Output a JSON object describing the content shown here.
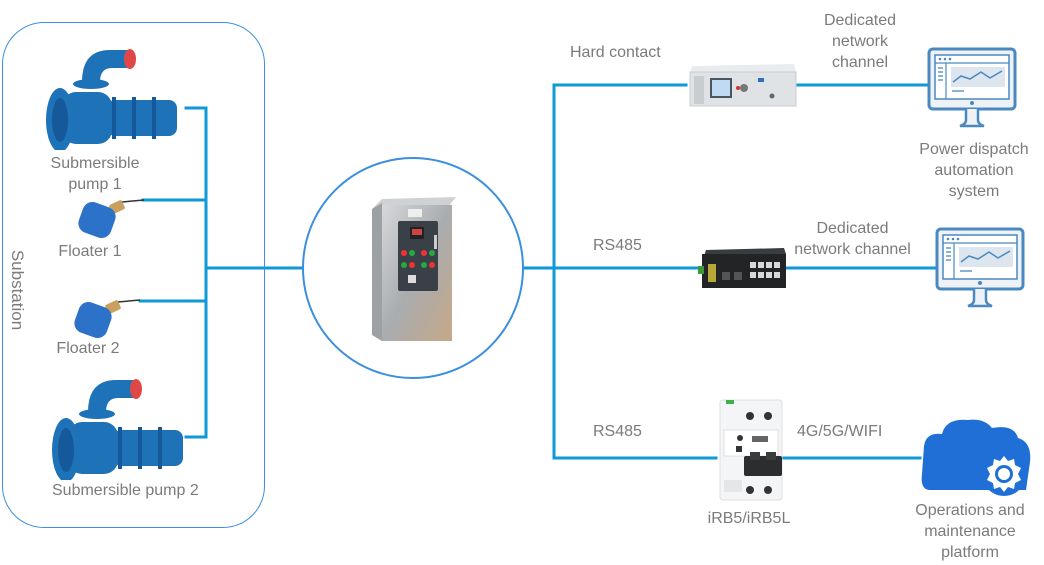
{
  "diagram": {
    "title": "Substation pump monitoring topology",
    "group_label": "Substation",
    "colors": {
      "wire": "#0d9ad6",
      "frame": "#3b8fde",
      "pump": "#1e73b8",
      "pump_outlet": "#e04848",
      "cloud": "#1f6fd6",
      "monitor": "#4a88c0",
      "label": "#7b7b7b"
    },
    "left_devices": [
      {
        "id": "pump-1",
        "icon": "submersible-pump-icon",
        "label_lines": [
          "Submersible",
          "pump 1"
        ]
      },
      {
        "id": "floater-1",
        "icon": "float-switch-icon",
        "label_lines": [
          "Floater 1"
        ]
      },
      {
        "id": "floater-2",
        "icon": "float-switch-icon",
        "label_lines": [
          "Floater 2"
        ]
      },
      {
        "id": "pump-2",
        "icon": "submersible-pump-icon",
        "label_lines": [
          "Submersible pump 2"
        ]
      }
    ],
    "hub": {
      "icon": "control-cabinet-icon",
      "label": ""
    },
    "branches": [
      {
        "link_label": "Hard contact",
        "device_icon": "rack-terminal-icon",
        "device_label": "",
        "uplink_label_lines": [
          "Dedicated",
          "network",
          "channel"
        ],
        "target_icon": "monitor-chart-icon",
        "target_label_lines": [
          "Power dispatch",
          "automation",
          "system"
        ]
      },
      {
        "link_label": "RS485",
        "device_icon": "ethernet-switch-icon",
        "device_label": "",
        "uplink_label_lines": [
          "Dedicated",
          "network channel"
        ],
        "target_icon": "monitor-chart-icon",
        "target_label_lines": []
      },
      {
        "link_label": "RS485",
        "device_icon": "smart-breaker-icon",
        "device_label": "iRB5/iRB5L",
        "uplink_label_lines": [
          "4G/5G/WIFI"
        ],
        "target_icon": "cloud-gear-icon",
        "target_label_lines": [
          "Operations and",
          "maintenance",
          "platform"
        ]
      }
    ]
  }
}
